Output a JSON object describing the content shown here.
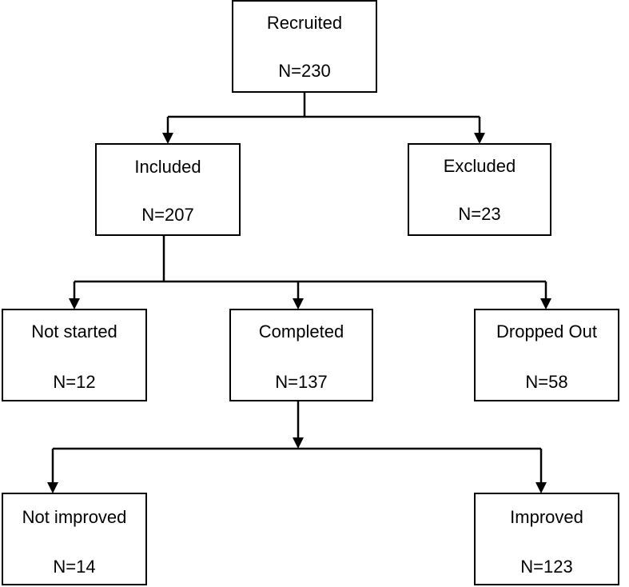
{
  "nodes": {
    "recruited": {
      "title": "Recruited",
      "count": "N=230"
    },
    "included": {
      "title": "Included",
      "count": "N=207"
    },
    "excluded": {
      "title": "Excluded",
      "count": "N=23"
    },
    "not_started": {
      "title": "Not started",
      "count": "N=12"
    },
    "completed": {
      "title": "Completed",
      "count": "N=137"
    },
    "dropped_out": {
      "title": "Dropped Out",
      "count": "N=58"
    },
    "not_improved": {
      "title": "Not improved",
      "count": "N=14"
    },
    "improved": {
      "title": "Improved",
      "count": "N=123"
    }
  }
}
